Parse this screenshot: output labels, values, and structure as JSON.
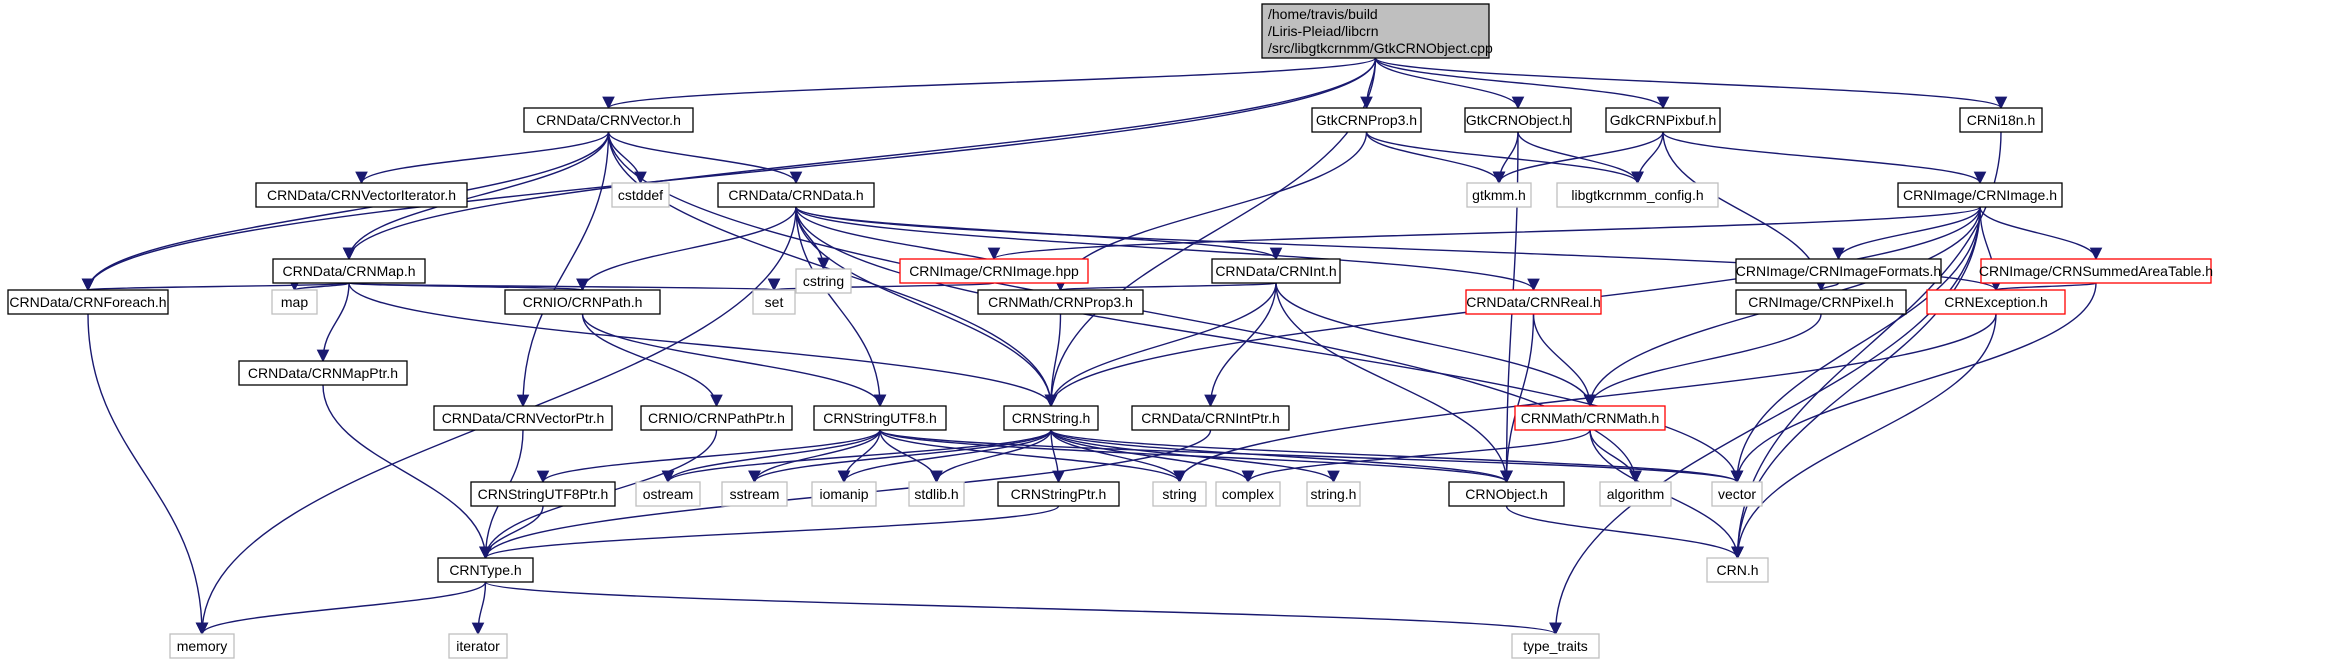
{
  "colors": {
    "edge": "#191970",
    "node_border": "#000000",
    "external_border": "#bfbfbf",
    "incomplete_border": "#ff0000",
    "root_fill": "#bfbfbf",
    "node_fill": "#ffffff"
  },
  "nodes": [
    {
      "id": "root",
      "label": [
        "/home/travis/build",
        "/Liris-Pleiad/libcrn",
        "/src/libgtkcrnmm/GtkCRNObject.cpp"
      ],
      "kind": "root"
    },
    {
      "id": "vector_h",
      "label": [
        "CRNData/CRNVector.h"
      ],
      "kind": "normal"
    },
    {
      "id": "prop3",
      "label": [
        "GtkCRNProp3.h"
      ],
      "kind": "normal"
    },
    {
      "id": "gtkobj",
      "label": [
        "GtkCRNObject.h"
      ],
      "kind": "normal"
    },
    {
      "id": "pixbuf",
      "label": [
        "GdkCRNPixbuf.h"
      ],
      "kind": "normal"
    },
    {
      "id": "i18n",
      "label": [
        "CRNi18n.h"
      ],
      "kind": "normal"
    },
    {
      "id": "veciter",
      "label": [
        "CRNData/CRNVectorIterator.h"
      ],
      "kind": "normal"
    },
    {
      "id": "cstddef",
      "label": [
        "cstddef"
      ],
      "kind": "external"
    },
    {
      "id": "data_h",
      "label": [
        "CRNData/CRNData.h"
      ],
      "kind": "normal"
    },
    {
      "id": "gtkmm",
      "label": [
        "gtkmm.h"
      ],
      "kind": "external"
    },
    {
      "id": "cfg",
      "label": [
        "libgtkcrnmm_config.h"
      ],
      "kind": "external"
    },
    {
      "id": "image_h",
      "label": [
        "CRNImage/CRNImage.h"
      ],
      "kind": "normal"
    },
    {
      "id": "map_h",
      "label": [
        "CRNData/CRNMap.h"
      ],
      "kind": "normal"
    },
    {
      "id": "cstring",
      "label": [
        "cstring"
      ],
      "kind": "external"
    },
    {
      "id": "imghpp",
      "label": [
        "CRNImage/CRNImage.hpp"
      ],
      "kind": "incomplete"
    },
    {
      "id": "int_h",
      "label": [
        "CRNData/CRNInt.h"
      ],
      "kind": "normal"
    },
    {
      "id": "formats",
      "label": [
        "CRNImage/CRNImageFormats.h"
      ],
      "kind": "normal"
    },
    {
      "id": "sat",
      "label": [
        "CRNImage/CRNSummedAreaTable.h"
      ],
      "kind": "incomplete"
    },
    {
      "id": "foreach",
      "label": [
        "CRNData/CRNForeach.h"
      ],
      "kind": "normal"
    },
    {
      "id": "map",
      "label": [
        "map"
      ],
      "kind": "external"
    },
    {
      "id": "path_h",
      "label": [
        "CRNIO/CRNPath.h"
      ],
      "kind": "normal"
    },
    {
      "id": "set",
      "label": [
        "set"
      ],
      "kind": "external"
    },
    {
      "id": "prop3m",
      "label": [
        "CRNMath/CRNProp3.h"
      ],
      "kind": "normal"
    },
    {
      "id": "real_h",
      "label": [
        "CRNData/CRNReal.h"
      ],
      "kind": "incomplete"
    },
    {
      "id": "pixel",
      "label": [
        "CRNImage/CRNPixel.h"
      ],
      "kind": "normal"
    },
    {
      "id": "exc",
      "label": [
        "CRNException.h"
      ],
      "kind": "incomplete"
    },
    {
      "id": "mapptr",
      "label": [
        "CRNData/CRNMapPtr.h"
      ],
      "kind": "normal"
    },
    {
      "id": "vecptr",
      "label": [
        "CRNData/CRNVectorPtr.h"
      ],
      "kind": "normal"
    },
    {
      "id": "pathptr",
      "label": [
        "CRNIO/CRNPathPtr.h"
      ],
      "kind": "normal"
    },
    {
      "id": "utf8",
      "label": [
        "CRNStringUTF8.h"
      ],
      "kind": "normal"
    },
    {
      "id": "string_h",
      "label": [
        "CRNString.h"
      ],
      "kind": "normal"
    },
    {
      "id": "intptr",
      "label": [
        "CRNData/CRNIntPtr.h"
      ],
      "kind": "normal"
    },
    {
      "id": "math_h",
      "label": [
        "CRNMath/CRNMath.h"
      ],
      "kind": "incomplete"
    },
    {
      "id": "utf8ptr",
      "label": [
        "CRNStringUTF8Ptr.h"
      ],
      "kind": "normal"
    },
    {
      "id": "ostream",
      "label": [
        "ostream"
      ],
      "kind": "external"
    },
    {
      "id": "sstream",
      "label": [
        "sstream"
      ],
      "kind": "external"
    },
    {
      "id": "iomanip",
      "label": [
        "iomanip"
      ],
      "kind": "external"
    },
    {
      "id": "stdlib",
      "label": [
        "stdlib.h"
      ],
      "kind": "external"
    },
    {
      "id": "strptr",
      "label": [
        "CRNStringPtr.h"
      ],
      "kind": "normal"
    },
    {
      "id": "string",
      "label": [
        "string"
      ],
      "kind": "external"
    },
    {
      "id": "complex",
      "label": [
        "complex"
      ],
      "kind": "external"
    },
    {
      "id": "string_c",
      "label": [
        "string.h"
      ],
      "kind": "external"
    },
    {
      "id": "crnobj",
      "label": [
        "CRNObject.h"
      ],
      "kind": "normal"
    },
    {
      "id": "algorithm",
      "label": [
        "algorithm"
      ],
      "kind": "external"
    },
    {
      "id": "vector",
      "label": [
        "vector"
      ],
      "kind": "external"
    },
    {
      "id": "type_h",
      "label": [
        "CRNType.h"
      ],
      "kind": "normal"
    },
    {
      "id": "crn_h",
      "label": [
        "CRN.h"
      ],
      "kind": "external"
    },
    {
      "id": "memory",
      "label": [
        "memory"
      ],
      "kind": "external"
    },
    {
      "id": "iterator",
      "label": [
        "iterator"
      ],
      "kind": "external"
    },
    {
      "id": "type_traits",
      "label": [
        "type_traits"
      ],
      "kind": "external"
    }
  ],
  "edges": [
    [
      "root",
      "vector_h"
    ],
    [
      "root",
      "prop3"
    ],
    [
      "root",
      "gtkobj"
    ],
    [
      "root",
      "pixbuf"
    ],
    [
      "root",
      "i18n"
    ],
    [
      "root",
      "map_h"
    ],
    [
      "root",
      "foreach"
    ],
    [
      "root",
      "string_h"
    ],
    [
      "vector_h",
      "veciter"
    ],
    [
      "vector_h",
      "cstddef"
    ],
    [
      "vector_h",
      "data_h"
    ],
    [
      "vector_h",
      "map_h"
    ],
    [
      "vector_h",
      "foreach"
    ],
    [
      "vector_h",
      "vecptr"
    ],
    [
      "vector_h",
      "string_h"
    ],
    [
      "vector_h",
      "algorithm"
    ],
    [
      "prop3",
      "gtkmm"
    ],
    [
      "prop3",
      "cfg"
    ],
    [
      "prop3",
      "prop3m"
    ],
    [
      "gtkobj",
      "gtkmm"
    ],
    [
      "gtkobj",
      "cfg"
    ],
    [
      "gtkobj",
      "crnobj"
    ],
    [
      "pixbuf",
      "gtkmm"
    ],
    [
      "pixbuf",
      "cfg"
    ],
    [
      "pixbuf",
      "image_h"
    ],
    [
      "pixbuf",
      "pixel"
    ],
    [
      "i18n",
      "crn_h"
    ],
    [
      "data_h",
      "cstring"
    ],
    [
      "data_h",
      "int_h"
    ],
    [
      "data_h",
      "real_h"
    ],
    [
      "data_h",
      "prop3m"
    ],
    [
      "data_h",
      "path_h"
    ],
    [
      "data_h",
      "string_h"
    ],
    [
      "data_h",
      "utf8"
    ],
    [
      "data_h",
      "memory"
    ],
    [
      "data_h",
      "vector"
    ],
    [
      "data_h",
      "exc"
    ],
    [
      "image_h",
      "imghpp"
    ],
    [
      "image_h",
      "formats"
    ],
    [
      "image_h",
      "sat"
    ],
    [
      "image_h",
      "exc"
    ],
    [
      "image_h",
      "string_h"
    ],
    [
      "image_h",
      "math_h"
    ],
    [
      "image_h",
      "vector"
    ],
    [
      "image_h",
      "type_traits"
    ],
    [
      "image_h",
      "crn_h"
    ],
    [
      "map_h",
      "map"
    ],
    [
      "map_h",
      "set"
    ],
    [
      "map_h",
      "path_h"
    ],
    [
      "map_h",
      "foreach"
    ],
    [
      "map_h",
      "mapptr"
    ],
    [
      "map_h",
      "string_h"
    ],
    [
      "imghpp",
      "set"
    ],
    [
      "int_h",
      "prop3m"
    ],
    [
      "int_h",
      "string_h"
    ],
    [
      "int_h",
      "intptr"
    ],
    [
      "int_h",
      "crnobj"
    ],
    [
      "int_h",
      "math_h"
    ],
    [
      "formats",
      "pixel"
    ],
    [
      "sat",
      "exc"
    ],
    [
      "sat",
      "vector"
    ],
    [
      "foreach",
      "memory"
    ],
    [
      "path_h",
      "utf8"
    ],
    [
      "path_h",
      "pathptr"
    ],
    [
      "prop3m",
      "string_h"
    ],
    [
      "real_h",
      "math_h"
    ],
    [
      "real_h",
      "crnobj"
    ],
    [
      "pixel",
      "math_h"
    ],
    [
      "exc",
      "string"
    ],
    [
      "exc",
      "crn_h"
    ],
    [
      "mapptr",
      "type_h"
    ],
    [
      "vecptr",
      "type_h"
    ],
    [
      "pathptr",
      "type_h"
    ],
    [
      "utf8",
      "utf8ptr"
    ],
    [
      "utf8",
      "ostream"
    ],
    [
      "utf8",
      "sstream"
    ],
    [
      "utf8",
      "iomanip"
    ],
    [
      "utf8",
      "stdlib"
    ],
    [
      "utf8",
      "string"
    ],
    [
      "utf8",
      "crnobj"
    ],
    [
      "utf8",
      "vector"
    ],
    [
      "string_h",
      "ostream"
    ],
    [
      "string_h",
      "sstream"
    ],
    [
      "string_h",
      "iomanip"
    ],
    [
      "string_h",
      "stdlib"
    ],
    [
      "string_h",
      "strptr"
    ],
    [
      "string_h",
      "string"
    ],
    [
      "string_h",
      "complex"
    ],
    [
      "string_h",
      "string_c"
    ],
    [
      "string_h",
      "crnobj"
    ],
    [
      "string_h",
      "vector"
    ],
    [
      "intptr",
      "type_h"
    ],
    [
      "math_h",
      "complex"
    ],
    [
      "math_h",
      "algorithm"
    ],
    [
      "math_h",
      "crn_h"
    ],
    [
      "utf8ptr",
      "type_h"
    ],
    [
      "strptr",
      "type_h"
    ],
    [
      "crnobj",
      "crn_h"
    ],
    [
      "type_h",
      "memory"
    ],
    [
      "type_h",
      "iterator"
    ],
    [
      "type_h",
      "type_traits"
    ]
  ]
}
